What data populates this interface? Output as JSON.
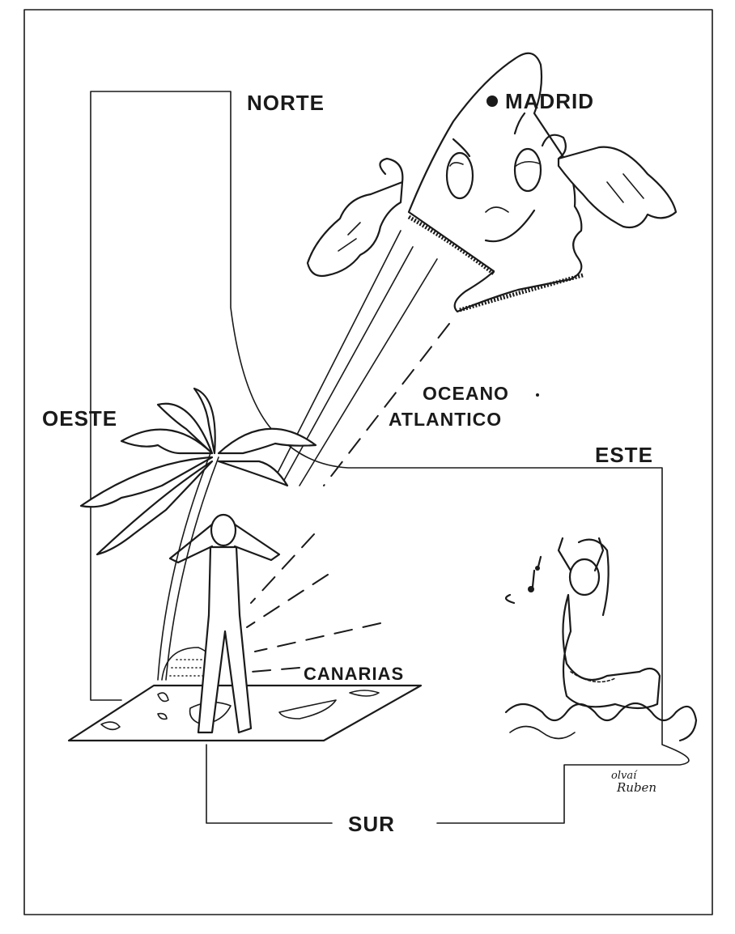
{
  "labels": {
    "north": "NORTE",
    "capital": "MADRID",
    "west": "OESTE",
    "ocean_line1": "OCEANO",
    "ocean_line2": "ATLANTICO",
    "east": "ESTE",
    "islands": "CANARIAS",
    "south": "SUR"
  },
  "signature": {
    "line1": "olvaí",
    "line2": "Ruben"
  },
  "colors": {
    "ink": "#1a1a1a",
    "paper": "#ffffff"
  }
}
